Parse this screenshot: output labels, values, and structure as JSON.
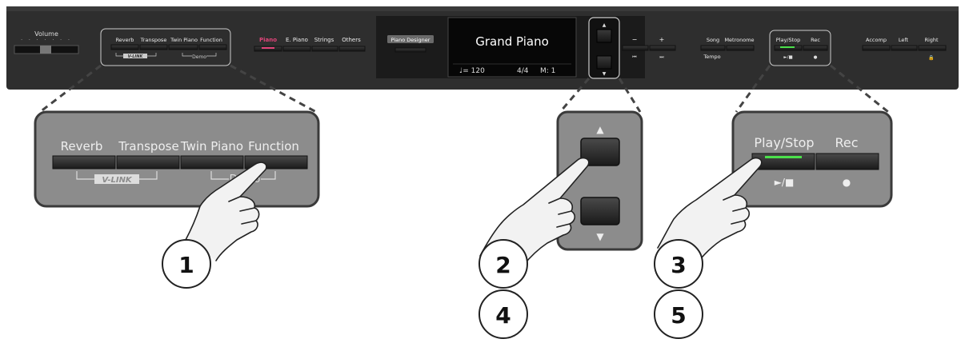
{
  "panel": {
    "volume_label": "Volume",
    "buttons_group1": [
      "Reverb",
      "Transpose",
      "Twin Piano",
      "Function"
    ],
    "vlink_label": "V-LINK",
    "demo_label": "Demo",
    "tone_buttons": [
      "Piano",
      "E. Piano",
      "Strings",
      "Others"
    ],
    "piano_designer_label": "Piano Designer",
    "display": {
      "tone_name": "Grand Piano",
      "tempo": "♩= 120",
      "beat": "4/4",
      "measure": "M:  1"
    },
    "minus_label": "−",
    "plus_label": "+",
    "bwd_symbol": "⏮",
    "fwd_symbol": "⏭",
    "song_label": "Song",
    "metronome_label": "Metronome",
    "tempo_label": "Tempo",
    "playstop_label": "Play/Stop",
    "playstop_symbol": "►/■",
    "rec_label": "Rec",
    "rec_symbol": "●",
    "accomp_label": "Accomp",
    "left_label": "Left",
    "right_label": "Right",
    "lock_symbol": "🔒"
  },
  "zoom_left": {
    "buttons": [
      "Reverb",
      "Transpose",
      "Twin Piano",
      "Function"
    ],
    "vlink_label": "V-LINK",
    "demo_label": "Demo"
  },
  "zoom_center": {
    "up_symbol": "▲",
    "down_symbol": "▼"
  },
  "zoom_right": {
    "playstop_label": "Play/Stop",
    "rec_label": "Rec",
    "playstop_symbol": "►/■",
    "rec_symbol": "●"
  },
  "steps": [
    "1",
    "2",
    "4",
    "3",
    "5"
  ],
  "colors": {
    "panel": "#2e2e2e",
    "zoom_bg": "#8c8c8c",
    "accent_pink": "#e0457a",
    "accent_green": "#4be04b"
  }
}
